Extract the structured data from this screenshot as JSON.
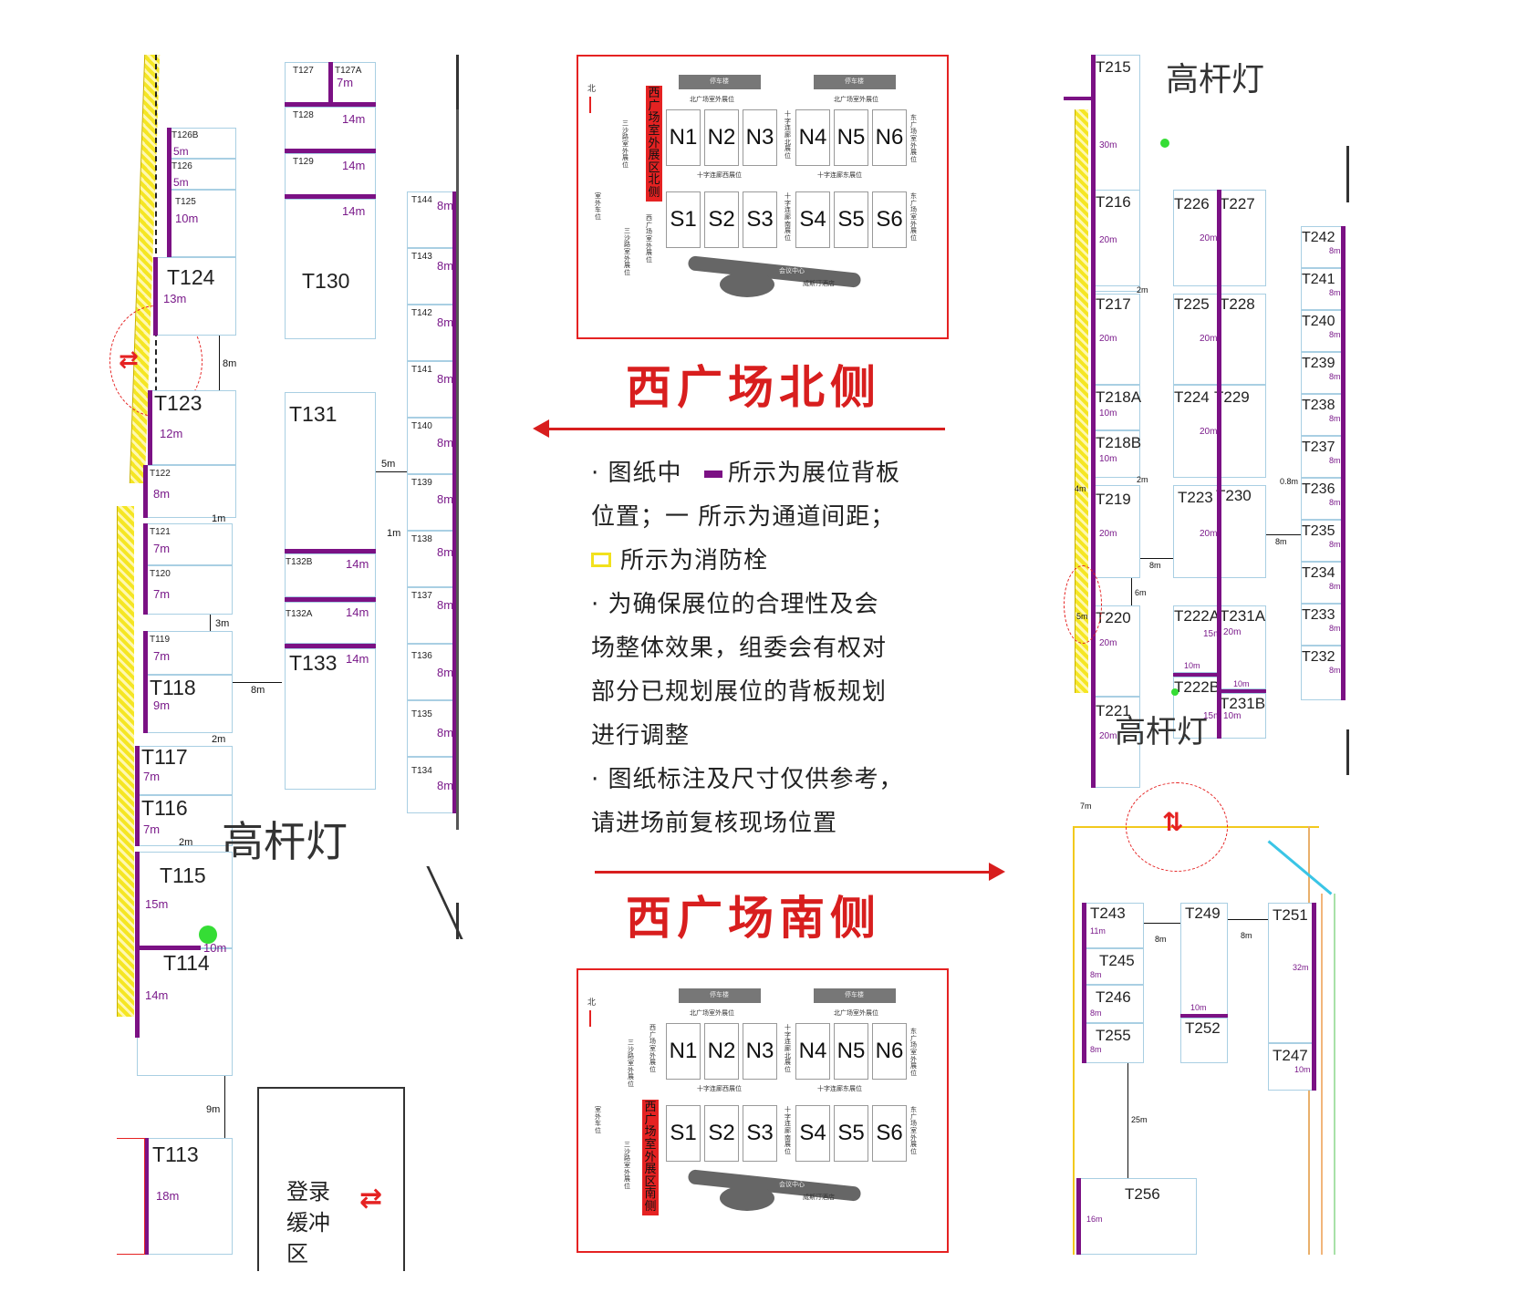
{
  "left_area": {
    "booths": [
      {
        "id": "T126B",
        "dim": "5m"
      },
      {
        "id": "T126",
        "dim": "5m"
      },
      {
        "id": "T125",
        "dim": "10m"
      },
      {
        "id": "T124",
        "dim": "13m"
      },
      {
        "id": "T123",
        "dim": "12m"
      },
      {
        "id": "T122",
        "dim": "8m"
      },
      {
        "id": "T121",
        "dim": "7m"
      },
      {
        "id": "T120",
        "dim": "7m"
      },
      {
        "id": "T119",
        "dim": "7m"
      },
      {
        "id": "T118",
        "dim": "9m"
      },
      {
        "id": "T117",
        "dim": "7m"
      },
      {
        "id": "T116",
        "dim": "7m"
      },
      {
        "id": "T115",
        "dim": "15m"
      },
      {
        "id": "T114",
        "dim": "14m",
        "dim2": "10m"
      },
      {
        "id": "T113",
        "dim": "18m"
      },
      {
        "id": "T127",
        "dim": ""
      },
      {
        "id": "T127A",
        "dim": "7m"
      },
      {
        "id": "T128",
        "dim": "14m"
      },
      {
        "id": "T129",
        "dim": "14m"
      },
      {
        "id": "T130",
        "dim": "14m"
      },
      {
        "id": "T131",
        "dim": ""
      },
      {
        "id": "T132B",
        "dim": "14m"
      },
      {
        "id": "T132A",
        "dim": "14m"
      },
      {
        "id": "T133",
        "dim": "14m"
      },
      {
        "id": "T144",
        "dim": "8m"
      },
      {
        "id": "T143",
        "dim": "8m"
      },
      {
        "id": "T142",
        "dim": "8m"
      },
      {
        "id": "T141",
        "dim": "8m"
      },
      {
        "id": "T140",
        "dim": "8m"
      },
      {
        "id": "T139",
        "dim": "8m"
      },
      {
        "id": "T138",
        "dim": "8m"
      },
      {
        "id": "T137",
        "dim": "8m"
      },
      {
        "id": "T136",
        "dim": "8m"
      },
      {
        "id": "T135",
        "dim": "8m"
      },
      {
        "id": "T134",
        "dim": "8m"
      }
    ],
    "gaps": [
      "8m",
      "1m",
      "3m",
      "8m",
      "2m",
      "2m",
      "9m",
      "5m",
      "1m"
    ],
    "lamp_label": "高杆灯",
    "buffer_zone": "登录缓冲区"
  },
  "center": {
    "north_map": {
      "north_label": "北",
      "highlight": "西广场室外展区北侧",
      "halls_north": [
        "N1",
        "N2",
        "N3",
        "N4",
        "N5",
        "N6"
      ],
      "halls_south": [
        "S1",
        "S2",
        "S3",
        "S4",
        "S5",
        "S6"
      ],
      "labels": {
        "parking": "停车楼",
        "north_outdoor": "北广场室外展位",
        "cross_west": "十字连廊西展位",
        "cross_east": "十字连廊东展位",
        "cross_north": "十字连廊北展位",
        "cross_south": "十字连廊南展位",
        "east_outdoor": "东广场室外展位",
        "sansha": "三沙路室外展位",
        "outdoor_parking": "室外车位",
        "west_outdoor": "西广场室外展位",
        "conference": "会议中心",
        "hotel": "威斯汀酒店"
      }
    },
    "south_map": {
      "highlight": "西广场室外展区南侧"
    },
    "heading_north": "西广场北侧",
    "heading_south": "西广场南侧",
    "notes": [
      "· 图纸中",
      "所示为展位背板",
      "位置；一 所示为通道间距；",
      "所示为消防栓",
      "· 为确保展位的合理性及会",
      "场整体效果，组委会有权对",
      "部分已规划展位的背板规划",
      "进行调整",
      "· 图纸标注及尺寸仅供参考，",
      "请进场前复核现场位置"
    ]
  },
  "right_area": {
    "booths": [
      {
        "id": "T215",
        "dim": "30m"
      },
      {
        "id": "T216",
        "dim": "20m"
      },
      {
        "id": "T217",
        "dim": "20m"
      },
      {
        "id": "T218A",
        "dim": "10m"
      },
      {
        "id": "T218B",
        "dim": "10m"
      },
      {
        "id": "T219",
        "dim": "20m"
      },
      {
        "id": "T220",
        "dim": "20m"
      },
      {
        "id": "T221",
        "dim": "20m"
      },
      {
        "id": "T226",
        "dim": "20m"
      },
      {
        "id": "T227",
        "dim": ""
      },
      {
        "id": "T225",
        "dim": "20m"
      },
      {
        "id": "T228",
        "dim": ""
      },
      {
        "id": "T224",
        "dim": "20m"
      },
      {
        "id": "T229",
        "dim": ""
      },
      {
        "id": "T223",
        "dim": "20m"
      },
      {
        "id": "T230",
        "dim": ""
      },
      {
        "id": "T222A",
        "dim": "15m"
      },
      {
        "id": "T231A",
        "dim": "20m"
      },
      {
        "id": "T222B",
        "dim": "15m"
      },
      {
        "id": "T231B",
        "dim": "10m"
      },
      {
        "id": "T242",
        "dim": "8m"
      },
      {
        "id": "T241",
        "dim": "8m"
      },
      {
        "id": "T240",
        "dim": "8m"
      },
      {
        "id": "T239",
        "dim": "8m"
      },
      {
        "id": "T238",
        "dim": "8m"
      },
      {
        "id": "T237",
        "dim": "8m"
      },
      {
        "id": "T236",
        "dim": "8m"
      },
      {
        "id": "T235",
        "dim": "8m"
      },
      {
        "id": "T234",
        "dim": "8m"
      },
      {
        "id": "T233",
        "dim": "8m"
      },
      {
        "id": "T232",
        "dim": "8m"
      },
      {
        "id": "T243",
        "dim": "11m"
      },
      {
        "id": "T245",
        "dim": "8m"
      },
      {
        "id": "T246",
        "dim": "8m"
      },
      {
        "id": "T255",
        "dim": "8m"
      },
      {
        "id": "T249",
        "dim": "10m"
      },
      {
        "id": "T252",
        "dim": ""
      },
      {
        "id": "T251",
        "dim": "32m"
      },
      {
        "id": "T247",
        "dim": "10m"
      },
      {
        "id": "T256",
        "dim": "16m"
      }
    ],
    "gaps": [
      "2m",
      "2m",
      "4m",
      "8m",
      "6m",
      "5m",
      "8m",
      "0.8m",
      "7m",
      "8m",
      "8m",
      "25m",
      "10m",
      "10m"
    ],
    "lamp_label": "高杆灯"
  },
  "colors": {
    "backboard": "#7b1184",
    "fire_hydrant": "#f2e11d",
    "heading_red": "#d81e1e",
    "booth_border": "#a9cfe3"
  }
}
